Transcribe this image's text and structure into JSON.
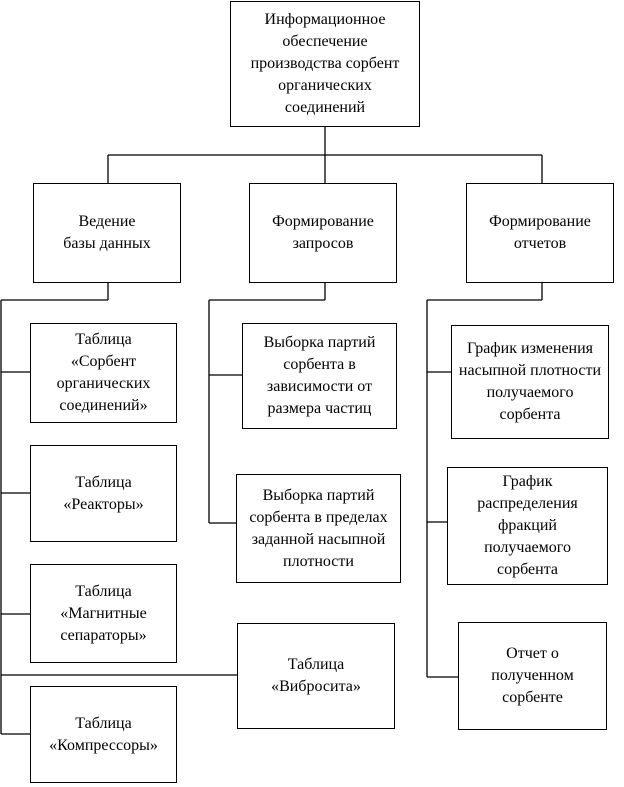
{
  "diagram": {
    "root": {
      "label": "Информационное\nобеспечение\nпроизводства сорбент\nорганических\nсоединений"
    },
    "level1": {
      "db": "Ведение\nбазы данных",
      "queries": "Формирование\nзапросов",
      "reports": "Формирование\nотчетов"
    },
    "db_items": [
      "Таблица\n«Сорбент\nорганических\nсоединений»",
      "Таблица\n«Реакторы»",
      "Таблица\n«Магнитные\nсепараторы»",
      "Таблица\n«Вибросита»",
      "Таблица\n«Компрессоры»"
    ],
    "query_items": [
      "Выборка партий\nсорбента в\nзависимости от\nразмера частиц",
      "Выборка партий\nсорбента в пределах\nзаданной насыпной\nплотности"
    ],
    "report_items": [
      "График изменения\nнасыпной плотности\nполучаемого\nсорбента",
      "График\nраспределения\nфракций\nполучаемого\nсорбента",
      "Отчет о\nполученном\nсорбенте"
    ]
  }
}
